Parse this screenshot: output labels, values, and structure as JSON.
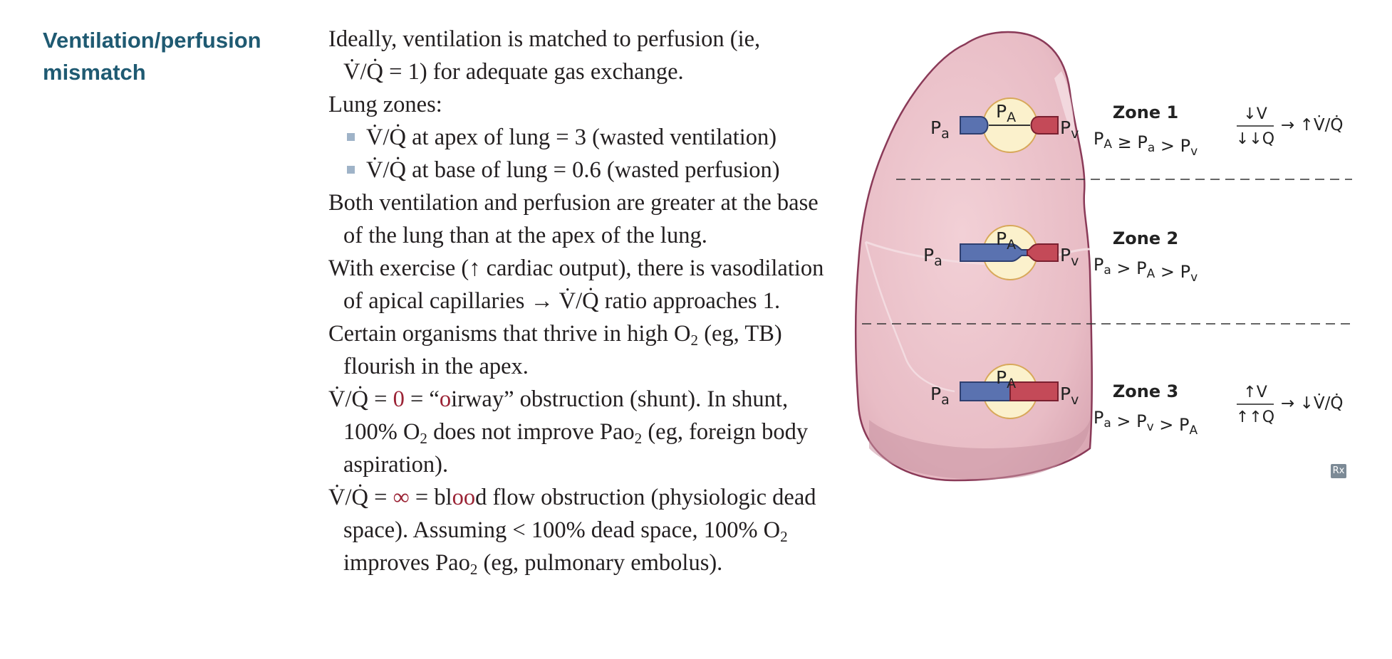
{
  "heading": {
    "line1": "Ventilation/perfusion",
    "line2": "mismatch"
  },
  "notation": {
    "vq": "V̇/Q̇",
    "v": "V",
    "q": "Q"
  },
  "body": {
    "p1_a": "Ideally, ventilation is matched to perfusion (ie,",
    "p1_b": " = 1) for adequate gas exchange.",
    "p2": "Lung zones:",
    "bullet1": " at apex of lung = 3 (wasted ventilation)",
    "bullet2": " at base of lung = 0.6 (wasted perfusion)",
    "p3": "Both ventilation and perfusion are greater at the base of the lung than at the apex of the lung.",
    "p4_a": "With exercise (↑ cardiac output), there is vasodilation of apical capillaries → ",
    "p4_b": " ratio approaches 1.",
    "p5_a": "Certain organisms that thrive in high O",
    "p5_sub": "2",
    "p5_b": " (eg, TB) flourish in the apex.",
    "p6_eq": " = ",
    "p6_zero": "0",
    "p6_mid1": " = “",
    "p6_o": "o",
    "p6_mid2": "irway” obstruction (shunt). In shunt, 100% O",
    "p6_sub1": "2",
    "p6_mid3": " does not improve Pao",
    "p6_sub2": "2",
    "p6_end": " (eg, foreign body aspiration).",
    "p7_eq": " = ",
    "p7_inf": "∞",
    "p7_mid1": " = bl",
    "p7_oo": "oo",
    "p7_mid2": "d flow obstruction (physiologic dead space). Assuming < 100% dead space, 100% O",
    "p7_sub1": "2",
    "p7_mid3": " improves Pao",
    "p7_sub2": "2",
    "p7_end": " (eg, pulmonary embolus)."
  },
  "figure": {
    "pressure_symbol": "P",
    "sub_alveolar": "A",
    "sub_arterial": "a",
    "sub_venous": "v",
    "zones": [
      {
        "title": "Zone 1",
        "relation": [
          "P_A",
          " ≥ ",
          "P_a",
          " > ",
          "P_v"
        ],
        "v_arrow": "↓",
        "q_arrow": "↓↓",
        "result": "→ ↑V̇/Q̇"
      },
      {
        "title": "Zone 2",
        "relation": [
          "P_a",
          " > ",
          "P_A",
          " > ",
          "P_v"
        ]
      },
      {
        "title": "Zone 3",
        "relation": [
          "P_a",
          " > ",
          "P_v",
          " > ",
          "P_A"
        ],
        "v_arrow": "↑",
        "q_arrow": "↑↑",
        "result": "→ ↓V̇/Q̇"
      }
    ],
    "rx_badge": "Rx",
    "colors": {
      "lung_fill": "#ecc0c8",
      "lung_edge": "#8a3a58",
      "arterial": "#5a72b0",
      "venous": "#c44a58",
      "alveolus": "#fbf1cc"
    }
  }
}
